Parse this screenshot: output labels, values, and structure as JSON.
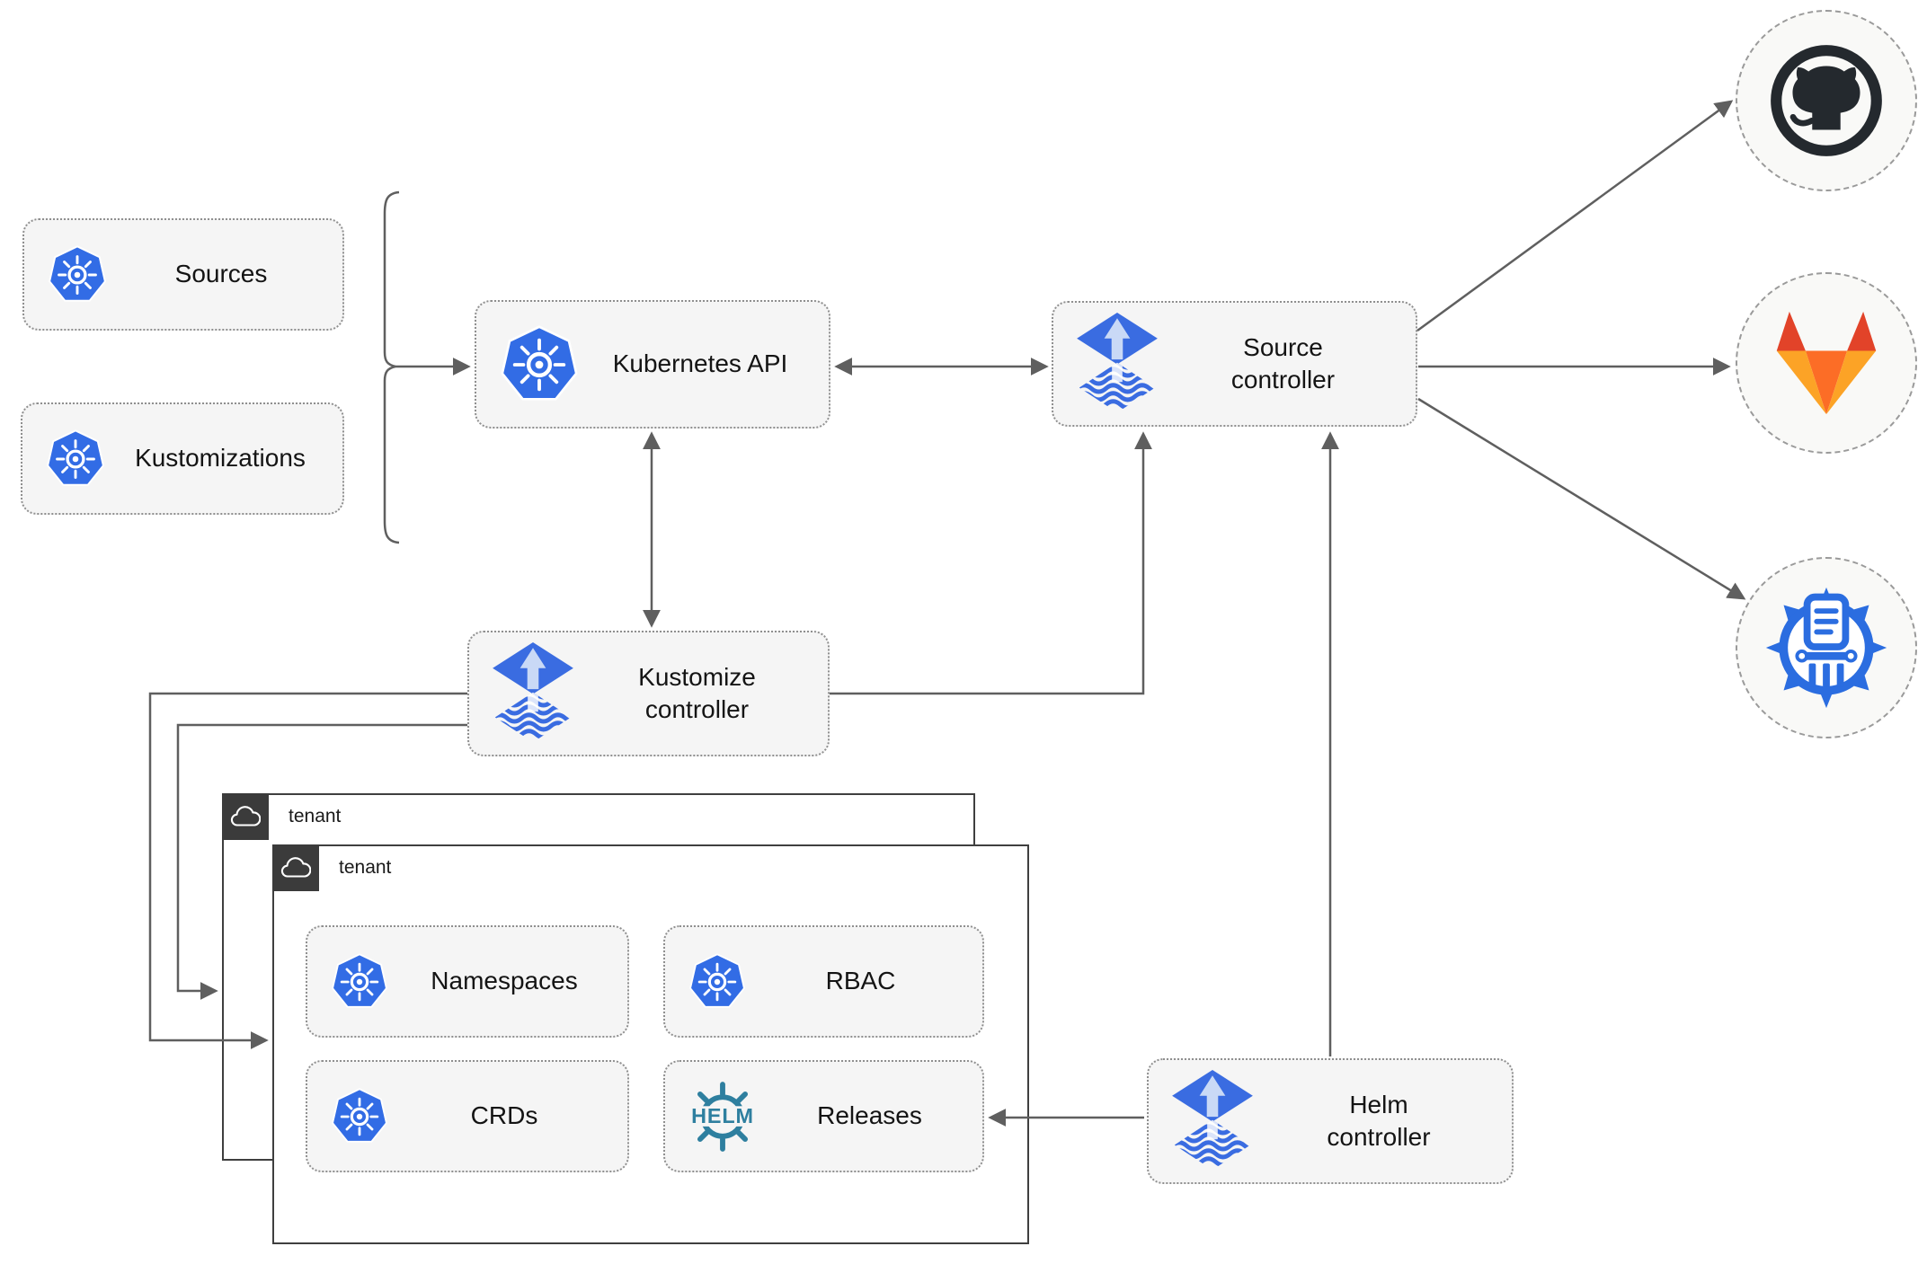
{
  "nodes": {
    "sources": {
      "label": "Sources"
    },
    "kustomizations": {
      "label": "Kustomizations"
    },
    "kubernetes_api": {
      "label": "Kubernetes API"
    },
    "source_controller": {
      "label": "Source\ncontroller"
    },
    "kustomize_controller": {
      "label": "Kustomize\ncontroller"
    },
    "helm_controller": {
      "label": "Helm\ncontroller"
    },
    "namespaces": {
      "label": "Namespaces"
    },
    "rbac": {
      "label": "RBAC"
    },
    "crds": {
      "label": "CRDs"
    },
    "releases": {
      "label": "Releases"
    }
  },
  "tenants": {
    "outer": {
      "label": "tenant"
    },
    "inner": {
      "label": "tenant"
    }
  },
  "icons": {
    "kubernetes": "kubernetes-wheel-icon",
    "flux": "flux-icon",
    "helm_wheel_text": "HELM",
    "github": "github-icon",
    "gitlab": "gitlab-icon",
    "helm_repository": "chartmuseum-icon",
    "cloud": "cloud-icon"
  },
  "colors": {
    "kubernetes_blue": "#326ce5",
    "flux_blue": "#3a6ce1",
    "flux_arrow_light": "#c9d9f6",
    "helm_teal": "#2e7f9f",
    "github_dark": "#24292e",
    "gitlab_red": "#e24329",
    "gitlab_orange": "#fc6d26",
    "gitlab_yellow": "#fca326",
    "chartmuseum_blue": "#2b6de0",
    "arrow_gray": "#5f5f5f",
    "node_fill": "#f5f5f5",
    "tenant_tab": "#3b3b3b"
  }
}
